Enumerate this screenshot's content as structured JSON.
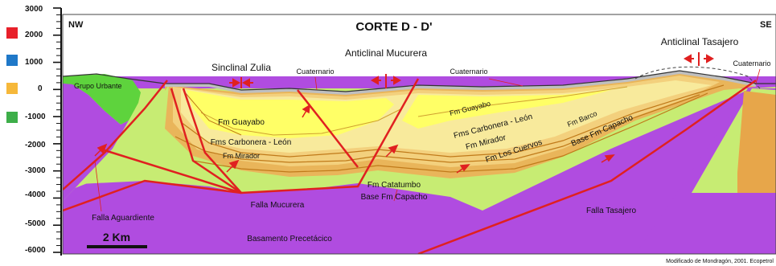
{
  "title": "CORTE D - D'",
  "orientation": {
    "left": "NW",
    "right": "SE"
  },
  "elevation_axis": {
    "ticks": [
      "3000",
      "2000",
      "1000",
      "0",
      "-1000",
      "-2000",
      "-3000",
      "-4000",
      "-5000",
      "-6000"
    ]
  },
  "legend_swatches": [
    {
      "color": "#e8202a"
    },
    {
      "color": "#1f78c8"
    },
    {
      "color": "#f6b83a"
    },
    {
      "color": "#3dae49"
    }
  ],
  "scale_bar": {
    "label": "2 Km"
  },
  "structures": {
    "sinclinal_zulia": "Sinclinal Zulia",
    "anticlinal_mucurera": "Anticlinal Mucurera",
    "anticlinal_tasajero": "Anticlinal Tasajero"
  },
  "units": {
    "cuaternario_1": "Cuaternario",
    "cuaternario_2": "Cuaternario",
    "cuaternario_3": "Cuaternario",
    "grupo_urbante": "Grupo Urbante",
    "fm_guayabo_1": "Fm Guayabo",
    "fm_guayabo_2": "Fm Guayabo",
    "fms_carbonera_leon_1": "Fms Carbonera - León",
    "fms_carbonera_leon_2": "Fms Carbonera - León",
    "fm_mirador_1": "Fm Mirador",
    "fm_mirador_2": "Fm Mirador",
    "fm_los_cuervos": "Fm Los Cuervos",
    "fm_barco": "Fm Barco",
    "base_fm_capacho_1": "Base Fm Capacho",
    "fm_catatumbo": "Fm Catatumbo",
    "base_fm_capacho_2": "Base Fm Capacho",
    "basamento": "Basamento Precetácico"
  },
  "faults": {
    "aguardiente": "Falla Aguardiente",
    "mucurera": "Falla Mucurera",
    "tasajero": "Falla Tasajero"
  },
  "credit": "Modificado de Mondragón, 2001. Ecopetrol"
}
